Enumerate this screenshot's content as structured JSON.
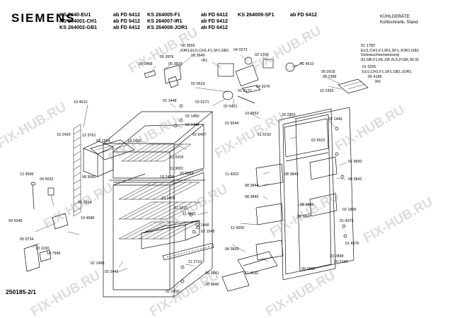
{
  "brand": "SIEMENS",
  "models": {
    "col1": [
      "KS 2640-EU1",
      "KS 264001-CH1",
      "KS 264002-GB1"
    ],
    "col2": [
      "ab FD 6412",
      "ab FD 6412",
      "ab FD 6412"
    ],
    "col3": [
      "KS 264005-F1",
      "KS 264007-IR1",
      "KS 264008-JOR1"
    ],
    "col4": [
      "ab FD 6412",
      "ab FD 6412",
      "ab FD 6412"
    ],
    "col5": [
      "KS 264009-SF1"
    ],
    "col6": [
      "ab FD 6412"
    ]
  },
  "category": [
    "KÜHLGERÄTE",
    "Kühlschrank, Stand"
  ],
  "reference_note": [
    "51 1782",
    "EU1,CH1,F1,IR1,SF1,JOR1,GB1",
    "Gebrauchsanweisung",
    "(D,GB,F1,NL,DK,N,S,P,GR,SF,SI"
  ],
  "doc_number": "250185-2/1",
  "watermark": "FIX-HUB.RU",
  "part_labels": [
    "06 3565",
    "JOR1,EU1,CH1,F1,SF1,GB1",
    "08 3649",
    "IR1",
    "04 0273",
    "02 1209",
    "05 3976",
    "05 3878",
    "08 0458",
    "01 4510",
    "05 0918",
    "01 0255",
    "08 1368",
    "EU1,CH1,F1,SF1,GB1,JOR1",
    "06 4186",
    "IR1",
    "10 2393",
    "02 0623",
    "01 9172",
    "04 2076",
    "02 5271",
    "02 0421",
    "19 4610",
    "02 1448",
    "02 1450",
    "02 1448",
    "19 4553",
    "20 2903",
    "02 1449",
    "19 2420",
    "12 3761",
    "02 1504",
    "19 2426",
    "02 6497",
    "01 9544",
    "11 6192",
    "02 6522",
    "11 3318",
    "11 3001",
    "20 0283",
    "19 2428",
    "11 4263",
    "08 3843",
    "01 9830",
    "08 3842",
    "12 3696",
    "04 5032",
    "08 3060",
    "08 3844",
    "08 3845",
    "08 3846",
    "08 3834",
    "19 2428",
    "19 4586",
    "02 1895",
    "08 3847",
    "11 3315",
    "11 4191",
    "01 4375",
    "01 4376",
    "11 4206",
    "04 5048",
    "02 1448",
    "02 1545",
    "05 0734",
    "13 1030",
    "10 7996",
    "08 3839",
    "20 2898",
    "20 2190",
    "20 2902",
    "02 1495",
    "02 2448",
    "11 2710",
    "08 3841",
    "11 4192",
    "08 3840",
    "02 2450"
  ]
}
